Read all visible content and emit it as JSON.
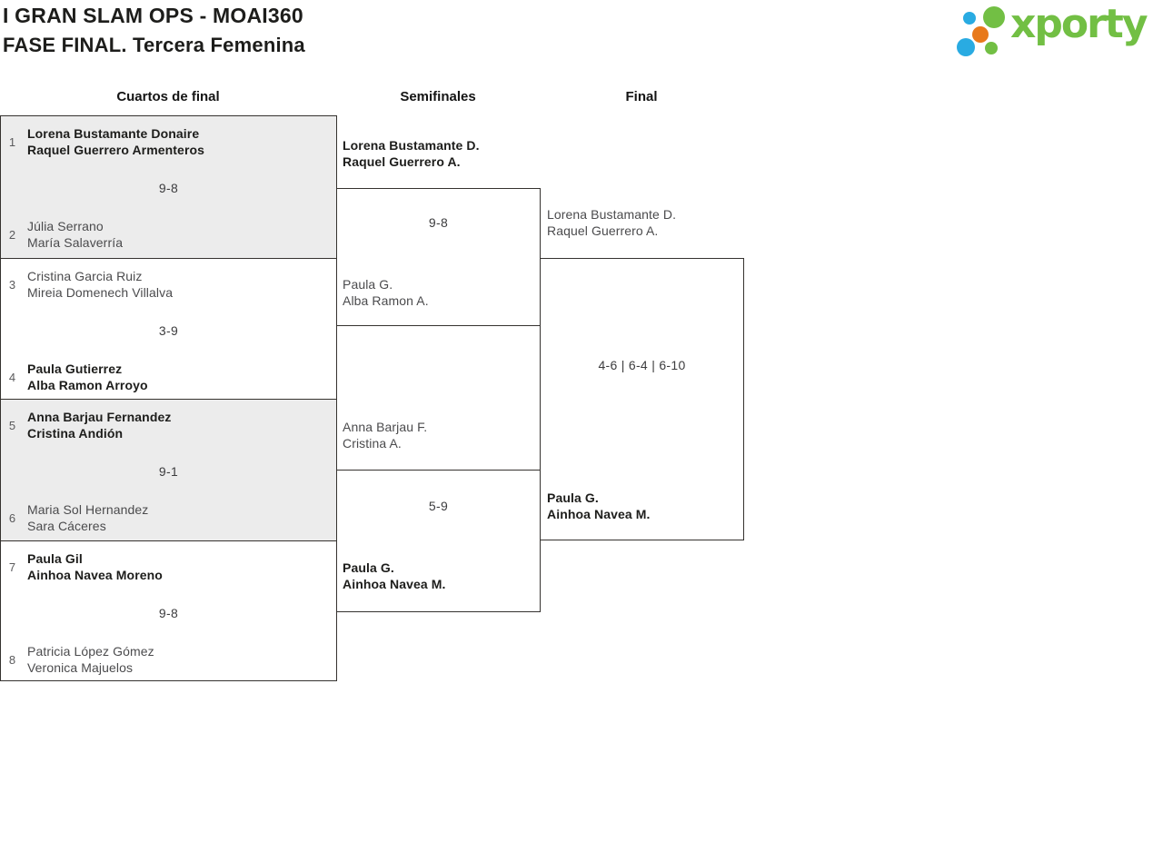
{
  "header": {
    "title_line1": "I GRAN SLAM OPS - MOAI360",
    "title_line2": "FASE FINAL. Tercera Femenina"
  },
  "logo": {
    "wordmark": "xporty",
    "colors": {
      "green": "#72bf44",
      "blue": "#29abe2",
      "orange": "#e8791b"
    }
  },
  "round_headers": {
    "cuartos": "Cuartos de final",
    "semifinales": "Semifinales",
    "final": "Final"
  },
  "rounds": {
    "cuartos": [
      {
        "top": {
          "seed": "1",
          "players": [
            "Lorena Bustamante Donaire",
            "Raquel Guerrero Armenteros"
          ],
          "winner": true
        },
        "score": "9-8",
        "bottom": {
          "seed": "2",
          "players": [
            "Júlia Serrano",
            "María Salaverría"
          ],
          "winner": false
        }
      },
      {
        "top": {
          "seed": "3",
          "players": [
            "Cristina Garcia Ruiz",
            "Mireia Domenech Villalva"
          ],
          "winner": false
        },
        "score": "3-9",
        "bottom": {
          "seed": "4",
          "players": [
            "Paula Gutierrez",
            "Alba Ramon Arroyo"
          ],
          "winner": true
        }
      },
      {
        "top": {
          "seed": "5",
          "players": [
            "Anna Barjau Fernandez",
            "Cristina Andión"
          ],
          "winner": true
        },
        "score": "9-1",
        "bottom": {
          "seed": "6",
          "players": [
            "Maria Sol Hernandez",
            "Sara Cáceres"
          ],
          "winner": false
        }
      },
      {
        "top": {
          "seed": "7",
          "players": [
            "Paula Gil",
            "Ainhoa Navea Moreno"
          ],
          "winner": true
        },
        "score": "9-8",
        "bottom": {
          "seed": "8",
          "players": [
            "Patricia López Gómez",
            "Veronica Majuelos"
          ],
          "winner": false
        }
      }
    ],
    "semifinales": [
      {
        "top": {
          "players": [
            "Lorena Bustamante D.",
            "Raquel Guerrero A."
          ],
          "winner": true
        },
        "score": "9-8",
        "bottom": {
          "players": [
            "Paula G.",
            "Alba Ramon A."
          ],
          "winner": false
        }
      },
      {
        "top": {
          "players": [
            "Anna Barjau F.",
            "Cristina A."
          ],
          "winner": false
        },
        "score": "5-9",
        "bottom": {
          "players": [
            "Paula G.",
            "Ainhoa Navea M."
          ],
          "winner": true
        }
      }
    ],
    "final": [
      {
        "top": {
          "players": [
            "Lorena Bustamante D.",
            "Raquel Guerrero A."
          ],
          "winner": false
        },
        "score": "4-6 | 6-4 | 6-10",
        "bottom": {
          "players": [
            "Paula G.",
            "Ainhoa Navea M."
          ],
          "winner": true
        }
      }
    ]
  }
}
